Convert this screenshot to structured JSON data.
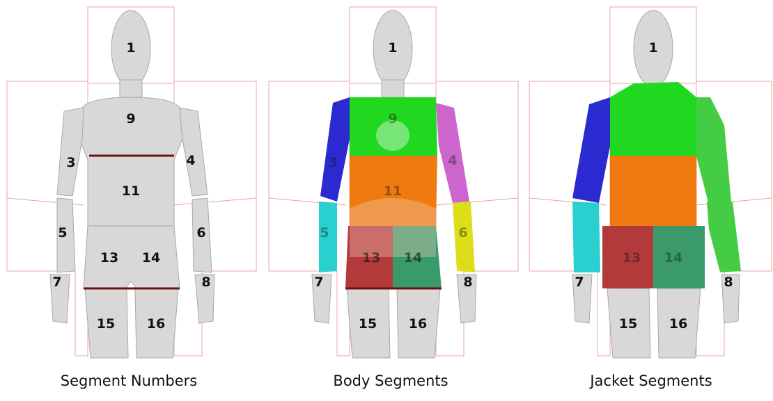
{
  "colors": {
    "skin": "#d8d8d8",
    "outline": "#e8a4a4",
    "cut_line": "#6b1010",
    "seg_head": "#d8d8d8",
    "seg_shoulder_arm": "#2a2ad0",
    "seg_chest": "#1fd81f",
    "seg_abdomen": "#ee7a10",
    "seg_forearm": "#2ad0d0",
    "seg_right_upper_arm": "#cc66cc",
    "seg_right_forearm": "#dddd18",
    "seg_left_hip": "#b23a3a",
    "seg_right_hip": "#3a9a6a"
  },
  "panels": [
    {
      "caption": "Segment Numbers",
      "mode": "numbers",
      "labels": [
        "1",
        "3",
        "4",
        "5",
        "6",
        "7",
        "8",
        "9",
        "11",
        "13",
        "14",
        "15",
        "16"
      ]
    },
    {
      "caption": "Body Segments",
      "mode": "body",
      "labels": [
        "1",
        "3",
        "4",
        "5",
        "6",
        "7",
        "8",
        "9",
        "11",
        "13",
        "14",
        "15",
        "16"
      ]
    },
    {
      "caption": "Jacket Segments",
      "mode": "jacket",
      "labels": [
        "1",
        "7",
        "8",
        "13",
        "14",
        "15",
        "16"
      ]
    }
  ]
}
